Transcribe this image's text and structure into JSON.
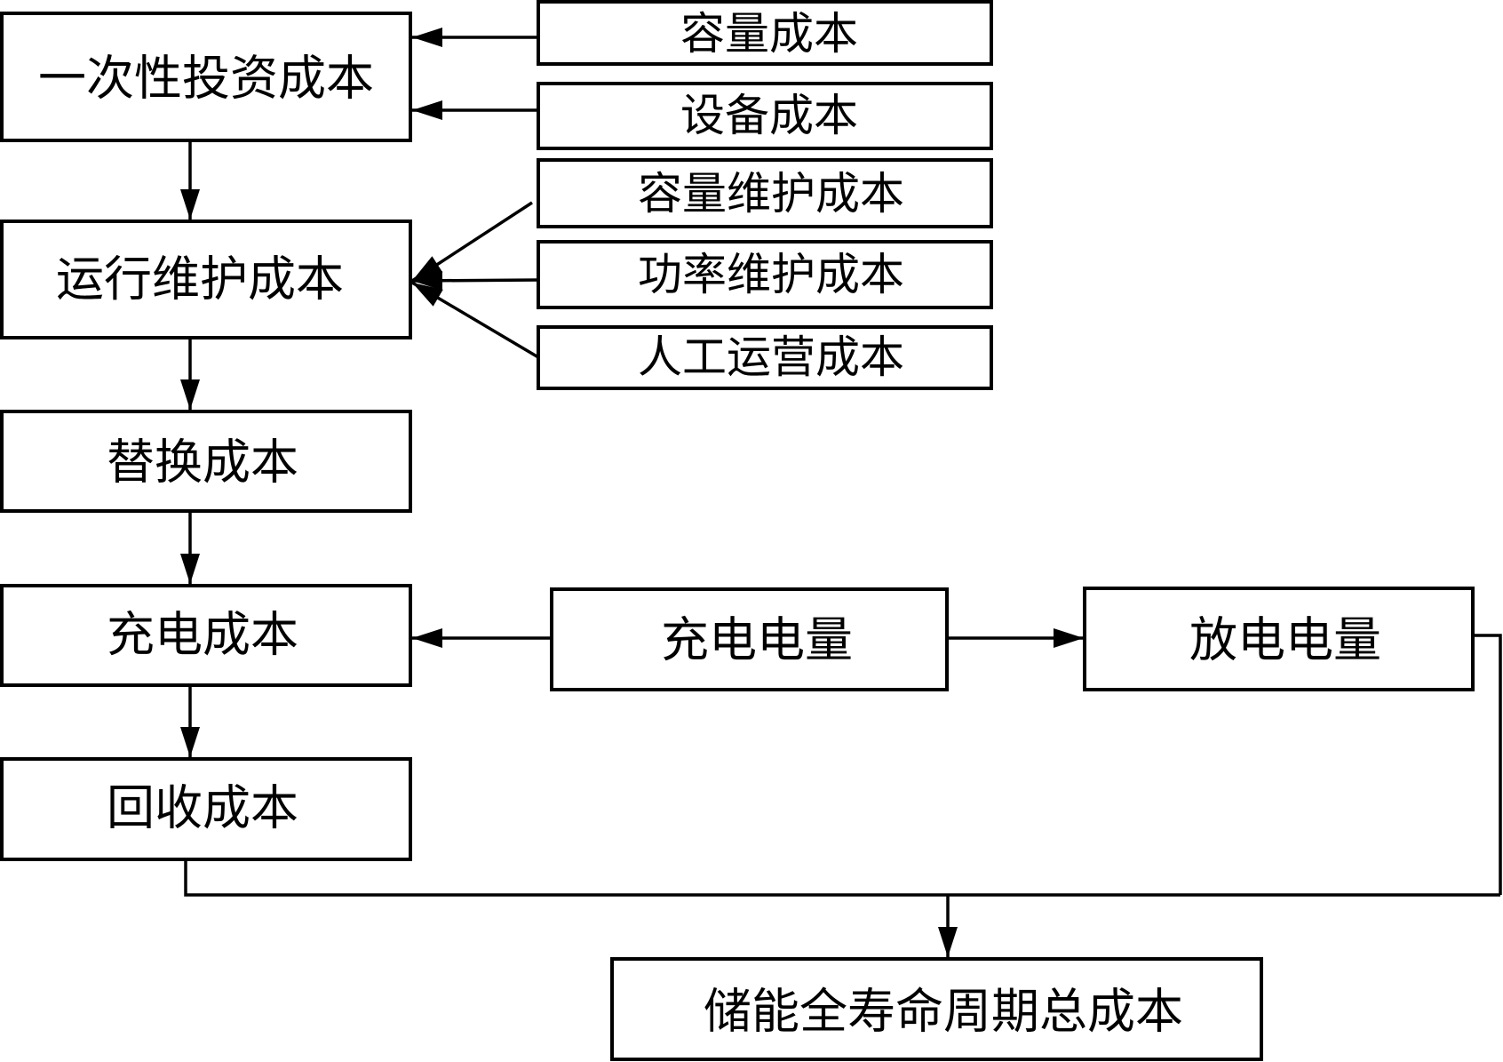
{
  "diagram": {
    "type": "flowchart",
    "title": "",
    "colors": {
      "stroke": "#000000",
      "background": "#ffffff",
      "text": "#000000"
    },
    "main_chain": [
      {
        "id": "one_time_investment",
        "label": "一次性投资成本"
      },
      {
        "id": "operation_maintenance",
        "label": "运行维护成本"
      },
      {
        "id": "replacement",
        "label": "替换成本"
      },
      {
        "id": "charging",
        "label": "充电成本"
      },
      {
        "id": "recycling",
        "label": "回收成本"
      }
    ],
    "investment_inputs": [
      {
        "id": "capacity_cost",
        "label": "容量成本"
      },
      {
        "id": "equipment_cost",
        "label": "设备成本"
      }
    ],
    "maintenance_inputs": [
      {
        "id": "capacity_maintenance",
        "label": "容量维护成本"
      },
      {
        "id": "power_maintenance",
        "label": "功率维护成本"
      },
      {
        "id": "labor_operation",
        "label": "人工运营成本"
      }
    ],
    "energy": {
      "charge_energy": {
        "id": "charge_energy",
        "label": "充电电量"
      },
      "discharge_energy": {
        "id": "discharge_energy",
        "label": "放电电量"
      }
    },
    "result": {
      "id": "total_lifecycle_cost",
      "label": "储能全寿命周期总成本"
    },
    "edges": [
      {
        "from": "capacity_cost",
        "to": "one_time_investment"
      },
      {
        "from": "equipment_cost",
        "to": "one_time_investment"
      },
      {
        "from": "one_time_investment",
        "to": "operation_maintenance"
      },
      {
        "from": "capacity_maintenance",
        "to": "operation_maintenance"
      },
      {
        "from": "power_maintenance",
        "to": "operation_maintenance"
      },
      {
        "from": "labor_operation",
        "to": "operation_maintenance"
      },
      {
        "from": "operation_maintenance",
        "to": "replacement"
      },
      {
        "from": "replacement",
        "to": "charging"
      },
      {
        "from": "charge_energy",
        "to": "charging"
      },
      {
        "from": "charge_energy",
        "to": "discharge_energy"
      },
      {
        "from": "charging",
        "to": "recycling"
      },
      {
        "from": "recycling",
        "to": "total_lifecycle_cost"
      },
      {
        "from": "discharge_energy",
        "to": "total_lifecycle_cost"
      }
    ]
  }
}
